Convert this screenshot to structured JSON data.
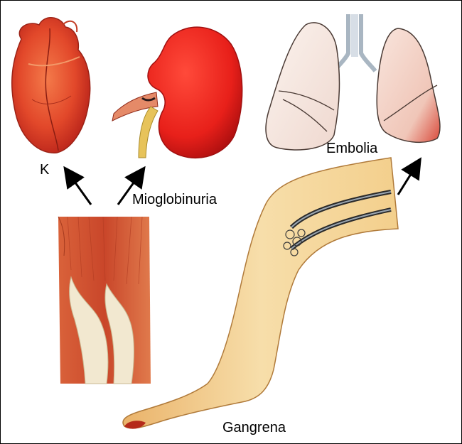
{
  "labels": {
    "potassium": "K",
    "myoglobinuria": "Mioglobinuria",
    "embolism": "Embolia",
    "gangrene": "Gangrena"
  },
  "colors": {
    "organ_red": "#e8402a",
    "organ_dark": "#b8231a",
    "muscle_red": "#d45a35",
    "tendon": "#f1e7cf",
    "skin": "#f2c37e",
    "skin_light": "#f8e4b4",
    "lung_fill": "#f6e6e1",
    "arrow": "#000000"
  },
  "icons": [
    "heart-illustration",
    "kidney-illustration",
    "lungs-illustration",
    "muscle-illustration",
    "leg-illustration",
    "arrow-icon"
  ]
}
